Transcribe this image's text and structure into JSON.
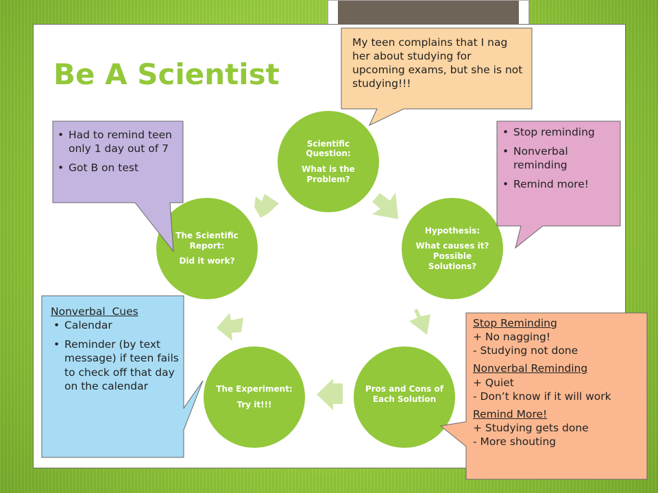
{
  "title": "Be A Scientist",
  "cycle": [
    {
      "heading": "Scientific Question:",
      "body": "What is the Problem?"
    },
    {
      "heading": "Hypothesis:",
      "body": "What causes it?  Possible Solutions?"
    },
    {
      "heading": "Pros and Cons of Each Solution",
      "body": ""
    },
    {
      "heading": "The Experiment:",
      "body": "Try it!!!"
    },
    {
      "heading": "The Scientific Report:",
      "body": "Did it work?"
    }
  ],
  "callouts": {
    "problem": {
      "text": "My teen complains that I nag her about studying for upcoming exams, but she is not studying!!!"
    },
    "results": {
      "items": [
        "Had to remind teen only 1 day out of 7",
        "Got B on test"
      ]
    },
    "solutions": {
      "items": [
        "Stop reminding",
        "Nonverbal reminding",
        "Remind more!"
      ]
    },
    "pros_cons": [
      {
        "heading": "Stop Reminding",
        "lines": [
          "+ No nagging!",
          "- Studying not done"
        ]
      },
      {
        "heading": "Nonverbal Reminding",
        "lines": [
          "+ Quiet",
          "- Don’t know if it will work"
        ]
      },
      {
        "heading": "Remind More!",
        "lines": [
          "+ Studying gets done",
          "- More shouting"
        ]
      }
    ],
    "nonverbal": {
      "heading": "Nonverbal  Cues",
      "items": [
        "Calendar",
        "Reminder (by text message) if teen fails to check off that day on the calendar"
      ]
    }
  },
  "colors": {
    "background_green": "#93c83a",
    "circle_green": "#92c83a",
    "arrow_green": "#cfe6a8",
    "callout_orange": "#fbd5a3",
    "callout_purple": "#c3b5e0",
    "callout_pink": "#e3a8cc",
    "callout_salmon": "#fbb890",
    "callout_blue": "#a7dcf4"
  }
}
